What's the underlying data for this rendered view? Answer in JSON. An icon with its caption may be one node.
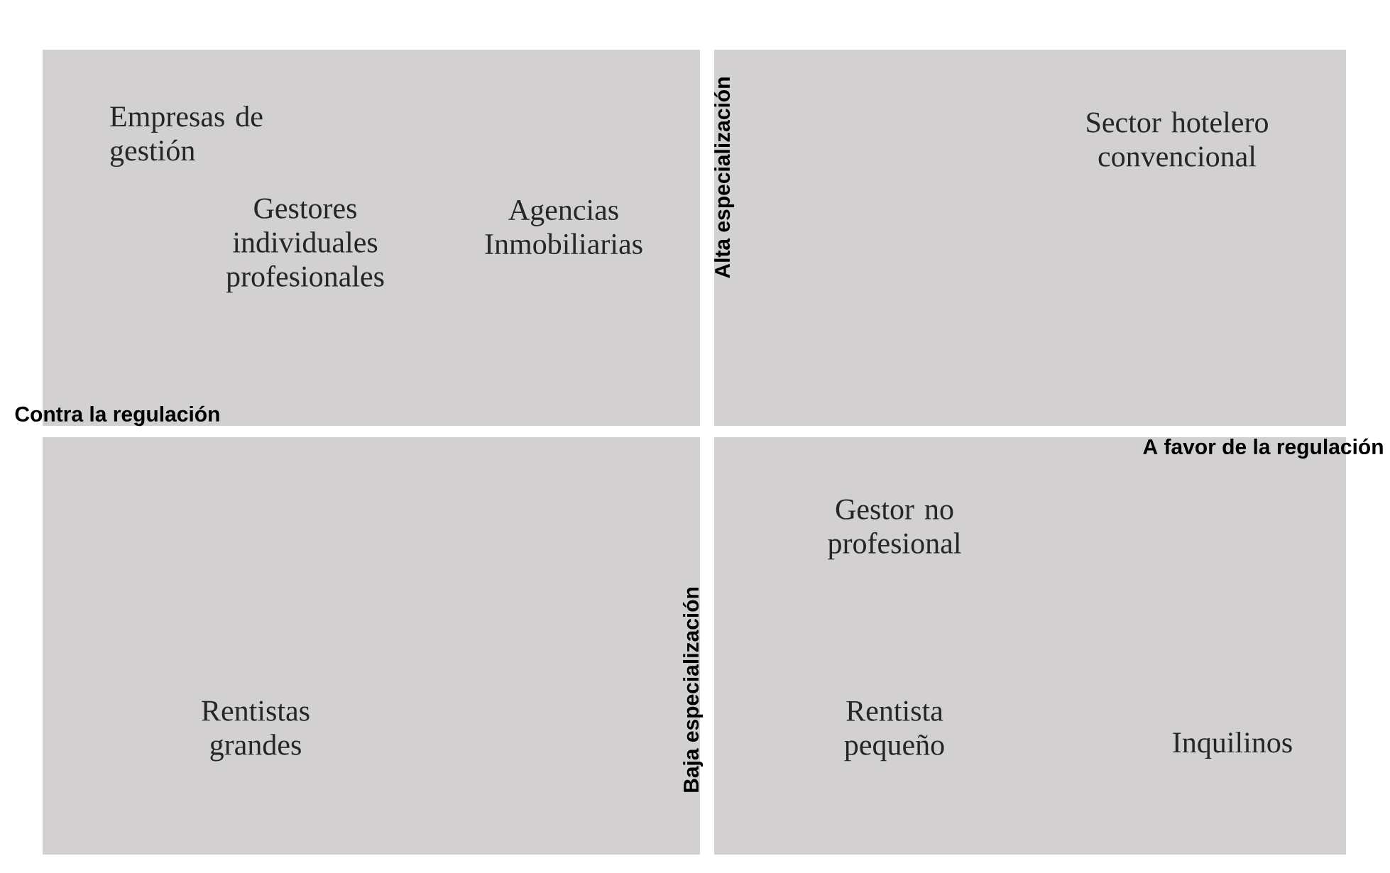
{
  "diagram": {
    "nodes": [
      {
        "text": [
          "Empresas de gestión",
          "Gestores individuales profesionales",
          "Agencias Inmobiliarias"
        ]
      },
      {
        "text": [
          "Sector hotelero convencional"
        ]
      },
      {
        "text": [
          "Rentistas grandes"
        ]
      },
      {
        "text": [
          "Gestor no profesional",
          "Rentista pequeño",
          "Inquilinos"
        ]
      }
    ],
    "labels": [
      "Alta especialización",
      "Contra la regulación",
      "A favor de la regulación",
      "Baja especialización"
    ]
  }
}
